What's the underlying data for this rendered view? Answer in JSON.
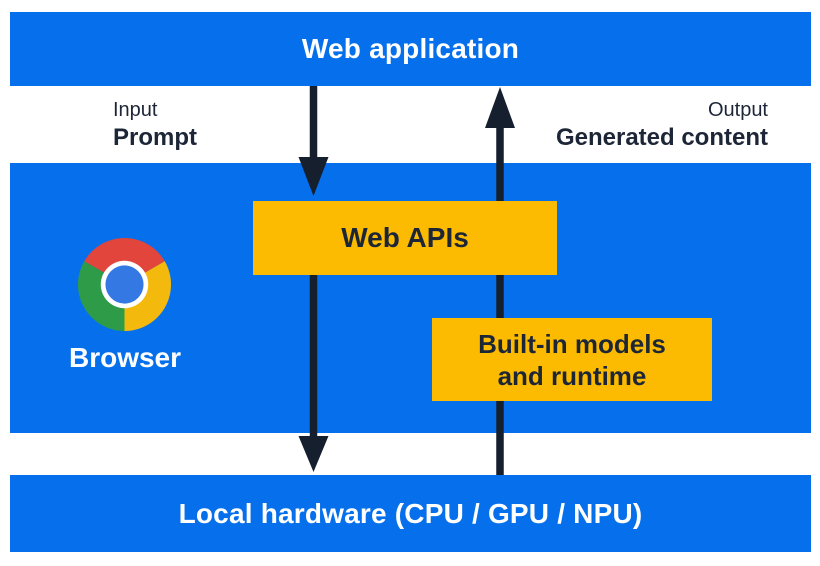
{
  "diagram": {
    "web_application_band": {
      "label": "Web application"
    },
    "input_annotation": {
      "category": "Input",
      "value": "Prompt"
    },
    "output_annotation": {
      "category": "Output",
      "value": "Generated content"
    },
    "browser_band": {
      "icon": "chrome-logo",
      "label": "Browser",
      "web_apis_box": {
        "label": "Web APIs"
      },
      "builtin_models_box": {
        "line1": "Built-in models",
        "line2": "and runtime"
      }
    },
    "local_hardware_band": {
      "label": "Local hardware (CPU / GPU / NPU)"
    },
    "flows": {
      "down_arrow": {
        "carries": "Prompt",
        "from": "Web application",
        "via": "Web APIs",
        "to": "Local hardware (CPU / GPU / NPU)"
      },
      "up_arrow": {
        "carries": "Generated content",
        "from": "Local hardware (CPU / GPU / NPU)",
        "via": "Built-in models and runtime",
        "to": "Web application"
      }
    }
  },
  "palette": {
    "band_blue": "#0670ec",
    "box_yellow": "#fcbb00",
    "arrow_navy": "#151f2e",
    "text_navy": "#1d2636",
    "chrome_red": "#e2453b",
    "chrome_yellow": "#f4b90d",
    "chrome_green": "#2d9b47",
    "chrome_inner_blue": "#3478e4"
  }
}
